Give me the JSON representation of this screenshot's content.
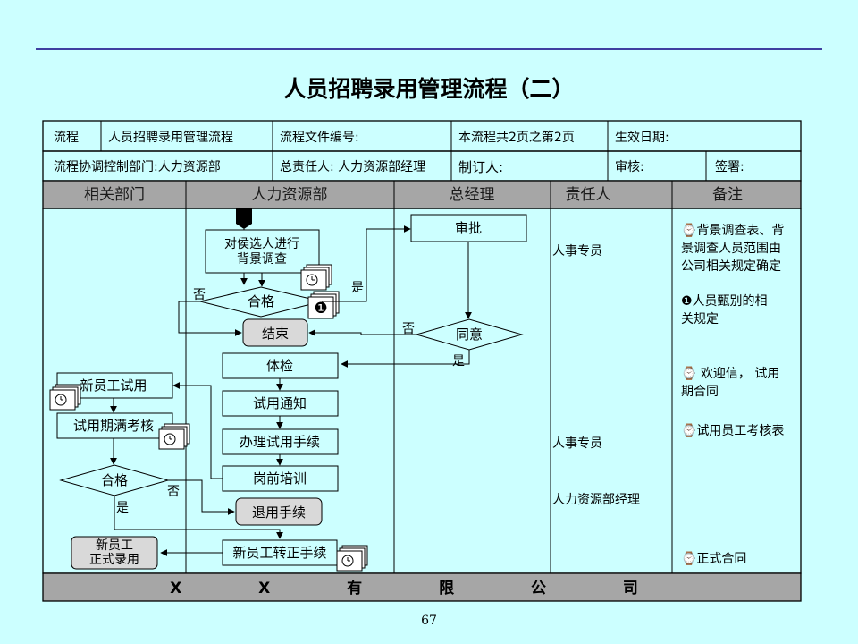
{
  "title": "人员招聘录用管理流程（二）",
  "header": {
    "row1": [
      "流程",
      "人员招聘录用管理流程",
      "流程文件编号:",
      "本流程共2页之第2页",
      "生效日期:"
    ],
    "row2": [
      "流程协调控制部门:人力资源部",
      "总责任人: 人力资源部经理",
      "制订人:",
      "审核:",
      "签署:"
    ]
  },
  "columns": [
    "相关部门",
    "人力资源部",
    "总经理",
    "责任人",
    "备注"
  ],
  "nodes": {
    "bg_check": "对侯选人进行\n背景调查",
    "qualified1": "合格",
    "end": "结束",
    "approve": "审批",
    "agree": "同意",
    "medical": "体检",
    "trial_notice": "试用通知",
    "trial_proc": "办理试用手续",
    "training": "岗前培训",
    "withdraw": "退用手续",
    "new_trial": "新员工试用",
    "trial_eval": "试用期满考核",
    "qualified2": "合格",
    "regular_proc": "新员工转正手续",
    "formal_hire": "新员工\n正式录用"
  },
  "edge_labels": {
    "no1": "否",
    "yes1": "是",
    "no2": "否",
    "yes2": "是",
    "no3": "否",
    "yes3": "是"
  },
  "marker_symbol": "❶",
  "responsible": [
    "人事专员",
    "人事专员",
    "人力资源部经理"
  ],
  "remarks": [
    "⌚背景调查表、背\n景调查人员范围由\n公司相关规定确定",
    "❶人员甄别的相\n关规定",
    "⌚ 欢迎信， 试用\n期合同",
    "⌚试用员工考核表",
    "⌚正式合同"
  ],
  "footer": "X X 有 限 公 司",
  "page_number": "67",
  "colors": {
    "background": "#ccffff",
    "header_band": "#a6a6a6",
    "border": "#000000",
    "end_box": "#d9d9d9"
  }
}
